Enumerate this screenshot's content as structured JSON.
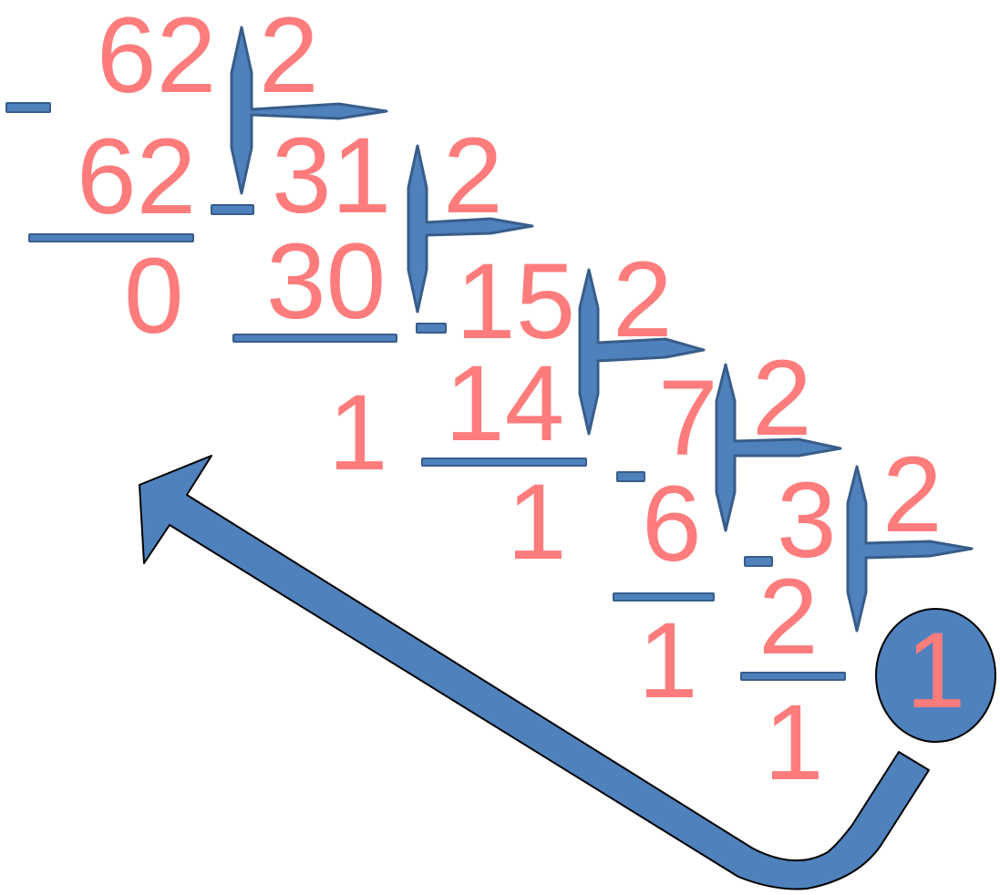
{
  "division": {
    "steps": [
      {
        "dividend": "62",
        "divisor": "2",
        "product": "62",
        "remainder": "0"
      },
      {
        "dividend": "31",
        "divisor": "2",
        "product": "30",
        "remainder": "1"
      },
      {
        "dividend": "15",
        "divisor": "2",
        "product": "14",
        "remainder": "1"
      },
      {
        "dividend": "7",
        "divisor": "2",
        "product": "6",
        "remainder": "1"
      },
      {
        "dividend": "3",
        "divisor": "2",
        "product": "2",
        "remainder": "1"
      }
    ],
    "final_quotient": "1"
  },
  "colors": {
    "digits": "#FF7C7C",
    "shapes": "#4F81BD",
    "shape_outline": "#385D8A"
  },
  "icons": {
    "bracket": "division-bracket-icon",
    "arrow": "curved-arrow-icon"
  }
}
